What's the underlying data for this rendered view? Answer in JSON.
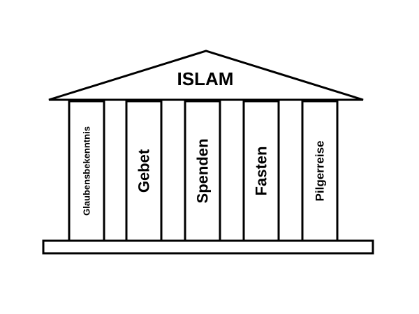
{
  "title": "ISLAM",
  "pillars": [
    {
      "label": "Glaubensbekenntnis"
    },
    {
      "label": "Gebet"
    },
    {
      "label": "Spenden"
    },
    {
      "label": "Fasten"
    },
    {
      "label": "Pilgerreise"
    }
  ],
  "colors": {
    "stroke": "#000000",
    "fill": "#ffffff",
    "text": "#000000"
  }
}
